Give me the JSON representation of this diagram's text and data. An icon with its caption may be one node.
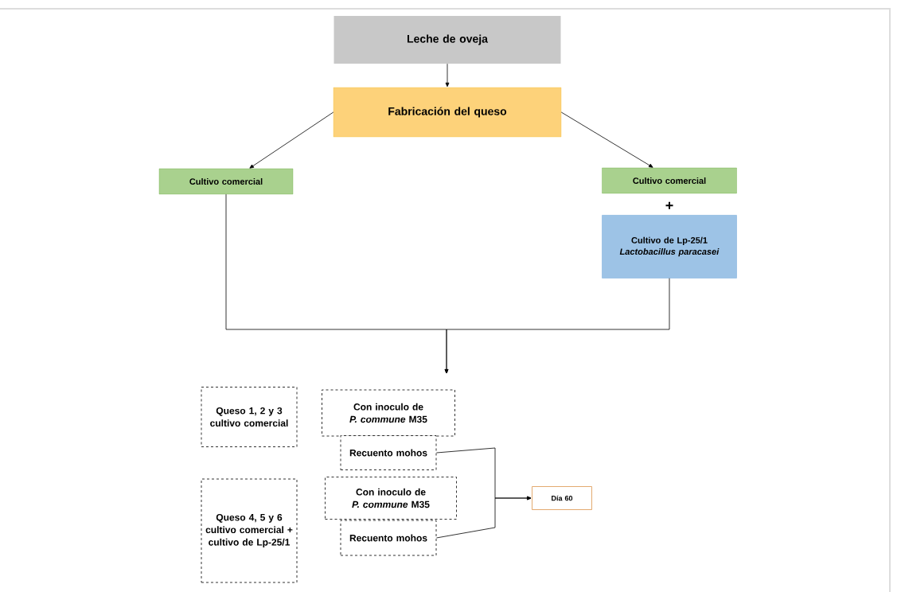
{
  "diagram": {
    "nodes": [
      {
        "text": [
          "Leche de oveja"
        ]
      },
      {
        "text": [
          "Fabricación del queso"
        ]
      },
      {
        "text": [
          "Cultivo comercial"
        ]
      },
      {
        "text": [
          "Cultivo comercial"
        ]
      },
      {
        "text": [
          "Cultivo de Lp-25/1 *Lactobacillus paracasei*"
        ]
      },
      {
        "text": [
          "Queso 1, 2 y 3 cultivo comercial"
        ]
      },
      {
        "text": [
          "Con inoculo de *P. commune* M35"
        ]
      },
      {
        "text": [
          "Recuento mohos"
        ]
      },
      {
        "text": [
          "Queso 4, 5 y 6 cultivo comercial + cultivo de Lp-25/1"
        ]
      },
      {
        "text": [
          "Con inoculo de *P. commune* M35"
        ]
      },
      {
        "text": [
          "Recuento mohos"
        ]
      },
      {
        "text": [
          "Día 60"
        ]
      }
    ],
    "edges": [
      {
        "from": 0,
        "to": 1,
        "arrow": "to"
      },
      {
        "from": 1,
        "to": 2,
        "arrow": "to"
      },
      {
        "from": 1,
        "to": 3,
        "arrow": "to"
      },
      {
        "from": 2,
        "to": null,
        "arrow": "to"
      },
      {
        "from": 4,
        "to": null,
        "arrow": "to"
      },
      {
        "from": 7,
        "to": 11,
        "arrow": "to"
      },
      {
        "from": 10,
        "to": 11,
        "arrow": "to"
      }
    ],
    "labels": [
      "+"
    ]
  }
}
